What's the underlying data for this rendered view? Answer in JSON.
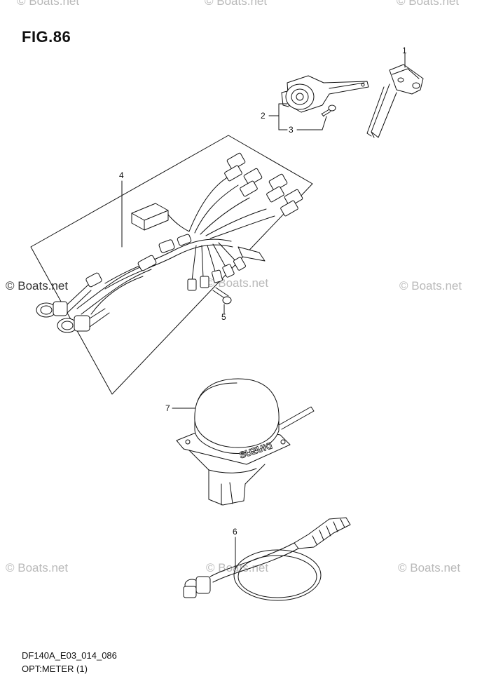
{
  "figure": {
    "title": "FIG.86",
    "code": "DF140A_E03_014_086",
    "name": "OPT:METER (1)"
  },
  "watermark": "© Boats.net",
  "callouts": [
    "1",
    "2",
    "3",
    "4",
    "5",
    "6",
    "7"
  ],
  "brand_text": "SUZUKI"
}
